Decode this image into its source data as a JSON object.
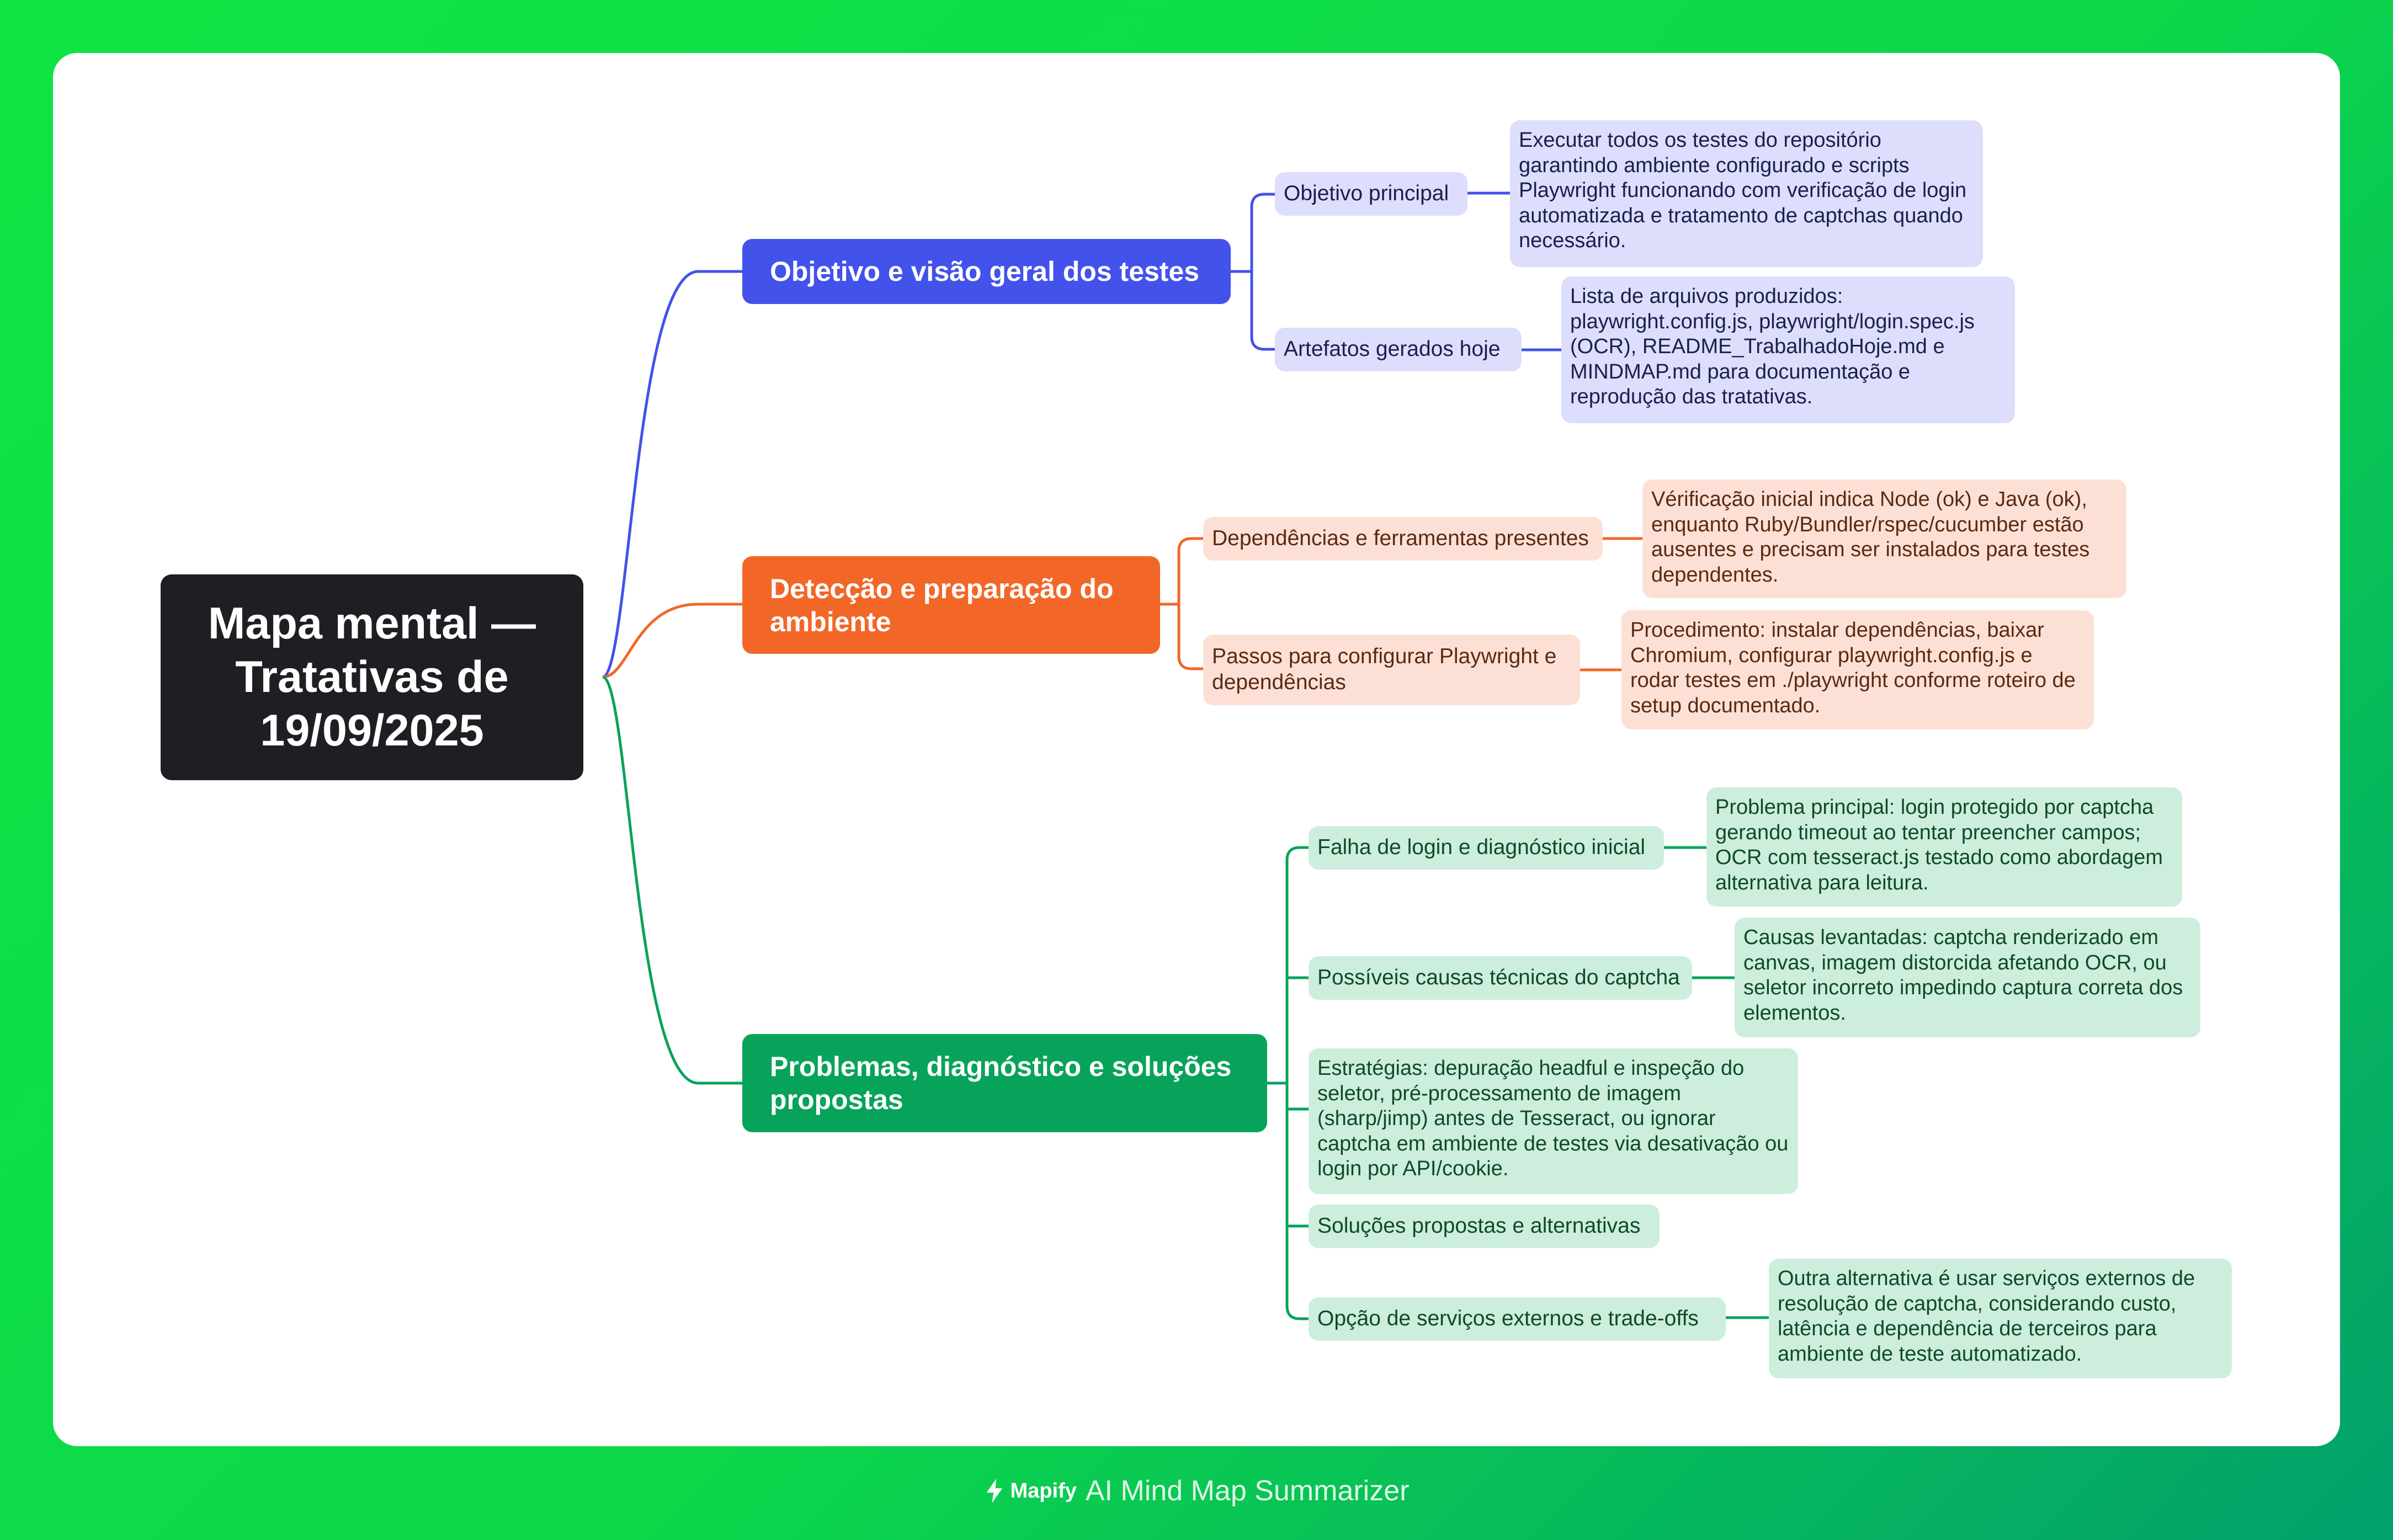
{
  "root": {
    "title": "Mapa mental — Tratativas de 19/09/2025"
  },
  "colors": {
    "blue": "#4252ea",
    "orange": "#f26728",
    "green": "#08a35a",
    "root": "#1e1f23"
  },
  "branches": [
    {
      "label": "Objetivo e visão geral dos testes",
      "children": [
        {
          "label": "Objetivo principal",
          "detail": "Executar todos os testes do repositório garantindo ambiente configurado e scripts Playwright funcionando com verificação de login automatizada e tratamento de captchas quando necessário."
        },
        {
          "label": "Artefatos gerados hoje",
          "detail": "Lista de arquivos produzidos: playwright.config.js, playwright/login.spec.js (OCR), README_TrabalhadoHoje.md e MINDMAP.md para documentação e reprodução das tratativas."
        }
      ]
    },
    {
      "label": "Detecção e preparação do ambiente",
      "children": [
        {
          "label": "Dependências e ferramentas presentes",
          "detail": "Vérificação inicial indica Node (ok) e Java (ok), enquanto Ruby/Bundler/rspec/cucumber estão ausentes e precisam ser instalados para testes dependentes."
        },
        {
          "label": "Passos para configurar Playwright e dependências",
          "detail": "Procedimento: instalar dependências, baixar Chromium, configurar playwright.config.js e rodar testes em ./playwright conforme roteiro de setup documentado."
        }
      ]
    },
    {
      "label": "Problemas, diagnóstico e soluções propostas",
      "children": [
        {
          "label": "Falha de login e diagnóstico inicial",
          "detail": "Problema principal: login protegido por captcha gerando timeout ao tentar preencher campos; OCR com tesseract.js testado como abordagem alternativa para leitura."
        },
        {
          "label": "Possíveis causas técnicas do captcha",
          "detail": "Causas levantadas: captcha renderizado em canvas, imagem distorcida afetando OCR, ou seletor incorreto impedindo captura correta dos elementos."
        },
        {
          "label": "Estratégias: depuração headful e inspeção do seletor, pré-processamento de imagem (sharp/jimp) antes de Tesseract, ou ignorar captcha em ambiente de testes via desativação ou login por API/cookie."
        },
        {
          "label": "Soluções propostas e alternativas"
        },
        {
          "label": "Opção de serviços externos e trade-offs",
          "detail": "Outra alternativa é usar serviços externos de resolução de captcha, considerando custo, latência e dependência de terceiros para ambiente de teste automatizado."
        }
      ]
    }
  ],
  "footer": {
    "brand": "Mapify",
    "tagline": "AI Mind Map Summarizer",
    "brand_icon": "lightning-bolt-icon"
  }
}
